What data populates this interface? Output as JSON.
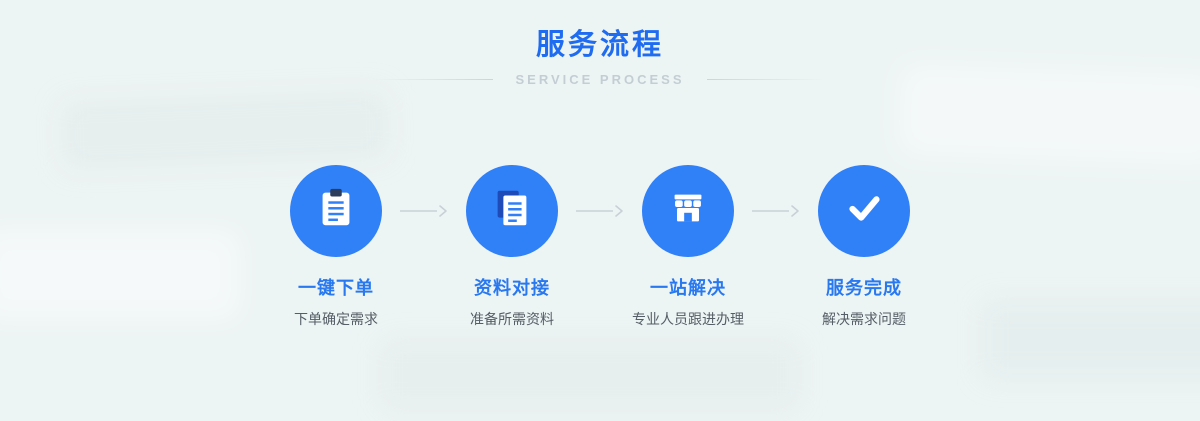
{
  "header": {
    "title": "服务流程",
    "subtitle": "SERVICE  PROCESS"
  },
  "steps": [
    {
      "icon": "clipboard-icon",
      "title": "一键下单",
      "desc": "下单确定需求"
    },
    {
      "icon": "documents-icon",
      "title": "资料对接",
      "desc": "准备所需资料"
    },
    {
      "icon": "storefront-icon",
      "title": "一站解决",
      "desc": "专业人员跟进办理"
    },
    {
      "icon": "checkmark-icon",
      "title": "服务完成",
      "desc": "解决需求问题"
    }
  ],
  "colors": {
    "background": "#edf4f4",
    "accent_blue": "#3080f8",
    "title_blue": "#1f6cf0",
    "step_title_blue": "#2878f0",
    "subtitle_gray": "#c3ced4",
    "desc_gray": "#555e66",
    "arrow_gray": "#c8d1d6",
    "icon_dark_navy": "#2c3e5c",
    "icon_dark_blue": "#1e4bb8"
  }
}
